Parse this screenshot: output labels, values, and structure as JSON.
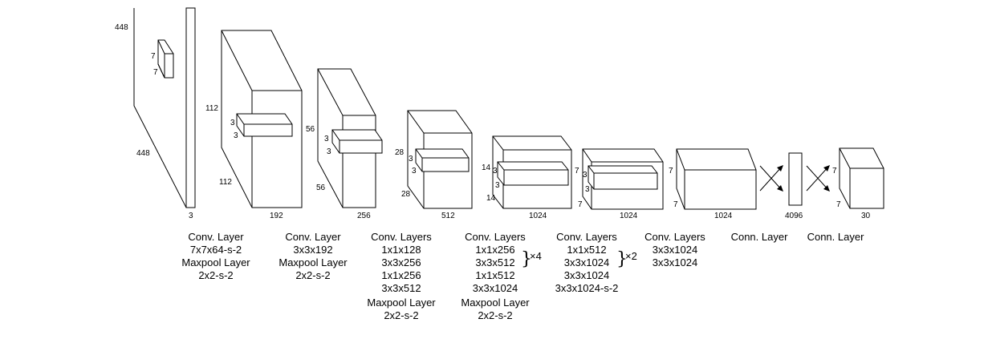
{
  "blocks": [
    {
      "dims": {
        "height": "448",
        "width": "448",
        "depth": "3"
      },
      "kernel": {
        "h": "7",
        "w": "7"
      },
      "caption": [
        "Conv. Layer",
        "7x7x64-s-2",
        "Maxpool Layer",
        "2x2-s-2"
      ]
    },
    {
      "dims": {
        "height": "112",
        "width": "112",
        "depth": "192"
      },
      "kernel": {
        "h": "3",
        "w": "3"
      },
      "caption": [
        "Conv. Layer",
        "3x3x192",
        "Maxpool Layer",
        "2x2-s-2"
      ]
    },
    {
      "dims": {
        "height": "56",
        "width": "56",
        "depth": "256"
      },
      "kernel": {
        "h": "3",
        "w": "3"
      },
      "caption": [
        "Conv. Layers",
        "1x1x128",
        "3x3x256",
        "1x1x256",
        "3x3x512",
        "Maxpool Layer",
        "2x2-s-2"
      ]
    },
    {
      "dims": {
        "height": "28",
        "width": "28",
        "depth": "512"
      },
      "kernel": {
        "h": "3",
        "w": "3"
      },
      "caption": [
        "Conv. Layers",
        "1x1x256",
        "3x3x512",
        "1x1x512",
        "3x3x1024",
        "Maxpool Layer",
        "2x2-s-2"
      ],
      "repeat": "×4"
    },
    {
      "dims": {
        "height": "14",
        "width": "14",
        "depth": "1024"
      },
      "kernel": {
        "h": "3",
        "w": "3"
      },
      "caption": [
        "Conv. Layers",
        "1x1x512",
        "3x3x1024",
        "3x3x1024",
        "3x3x1024-s-2"
      ],
      "repeat": "×2"
    },
    {
      "dims": {
        "height": "7",
        "width": "7",
        "depth": "1024"
      },
      "kernel": {
        "h": "3",
        "w": "3"
      },
      "caption": [
        "Conv. Layers",
        "3x3x1024",
        "3x3x1024"
      ]
    },
    {
      "dims": {
        "height": "7",
        "width": "7",
        "depth": "1024"
      },
      "caption": [
        "Conn. Layer"
      ]
    },
    {
      "dims": {
        "depth": "4096"
      },
      "caption": [
        "Conn. Layer"
      ]
    },
    {
      "dims": {
        "height": "7",
        "width": "7",
        "depth": "30"
      }
    }
  ],
  "colors": {
    "line": "#000000",
    "background": "#ffffff"
  }
}
